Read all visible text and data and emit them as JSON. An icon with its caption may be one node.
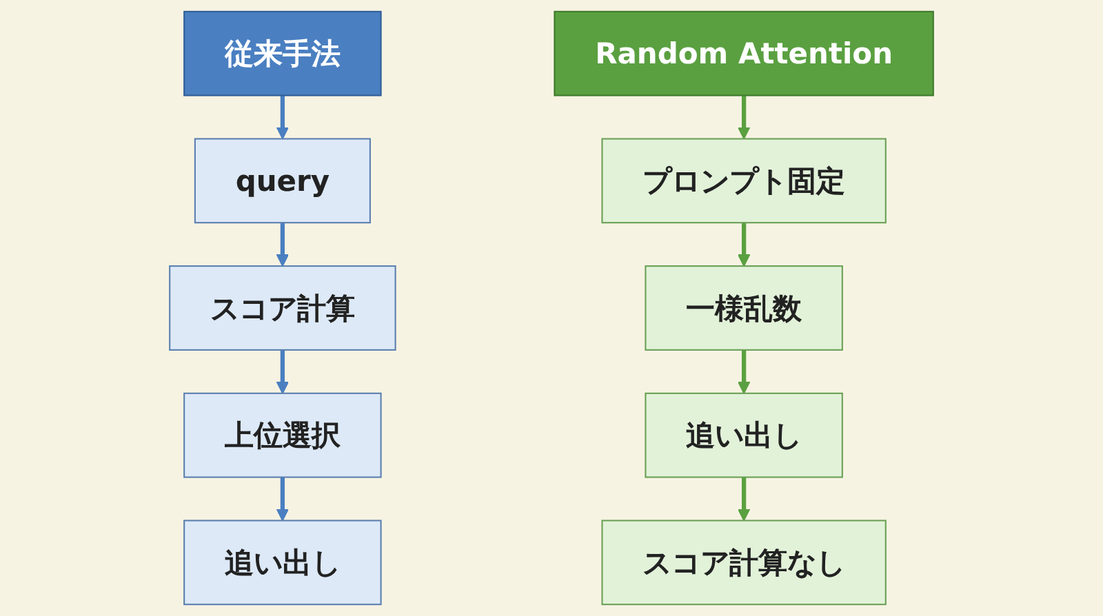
{
  "diagram": {
    "nodes": [
      {
        "text": [
          "従来手法"
        ]
      },
      {
        "text": [
          "query"
        ]
      },
      {
        "text": [
          "スコア計算"
        ]
      },
      {
        "text": [
          "上位選択"
        ]
      },
      {
        "text": [
          "追い出し"
        ]
      },
      {
        "text": [
          "Random Attention"
        ]
      },
      {
        "text": [
          "プロンプト固定"
        ]
      },
      {
        "text": [
          "一様乱数"
        ]
      },
      {
        "text": [
          "追い出し"
        ]
      },
      {
        "text": [
          "スコア計算なし"
        ]
      }
    ],
    "edges": [
      {
        "from": 0,
        "to": 1,
        "arrow": "to",
        "color": "#4a7fc1"
      },
      {
        "from": 1,
        "to": 2,
        "arrow": "to",
        "color": "#4a7fc1"
      },
      {
        "from": 2,
        "to": 3,
        "arrow": "to",
        "color": "#4a7fc1"
      },
      {
        "from": 3,
        "to": 4,
        "arrow": "to",
        "color": "#4a7fc1"
      },
      {
        "from": 5,
        "to": 6,
        "arrow": "to",
        "color": "#5aa040"
      },
      {
        "from": 6,
        "to": 7,
        "arrow": "to",
        "color": "#5aa040"
      },
      {
        "from": 7,
        "to": 8,
        "arrow": "to",
        "color": "#5aa040"
      },
      {
        "from": 8,
        "to": 9,
        "arrow": "to",
        "color": "#5aa040"
      }
    ]
  }
}
